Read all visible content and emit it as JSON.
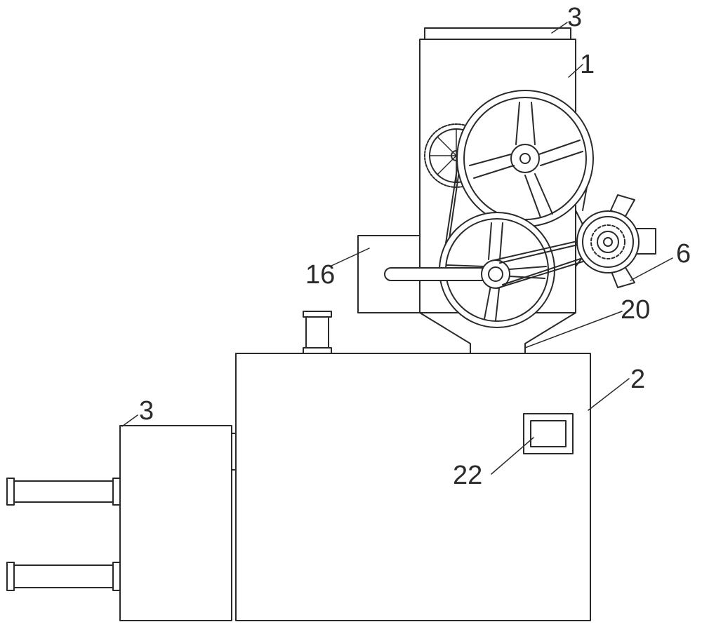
{
  "labels": {
    "top_cover": "3",
    "upper_housing": "1",
    "side_fan": "6",
    "side_box": "16",
    "funnel": "20",
    "lower_body": "2",
    "control_panel": "22",
    "side_unit": "3"
  },
  "colors": {
    "line": "#2a2a2a",
    "background": "#ffffff"
  }
}
